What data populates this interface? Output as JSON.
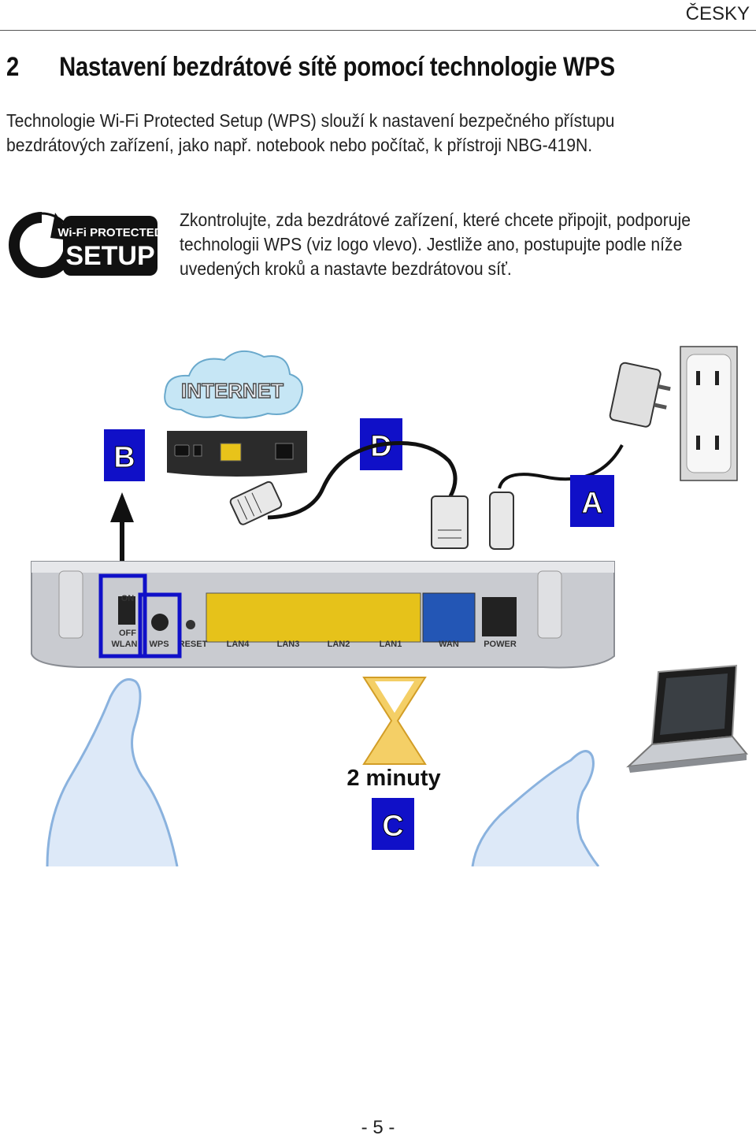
{
  "header": {
    "language": "ČESKY"
  },
  "section": {
    "number": "2",
    "title": "Nastavení bezdrátové sítě pomocí technologie WPS"
  },
  "intro": {
    "lines": [
      "Technologie Wi-Fi Protected Setup (WPS) slouží k nastavení bezpečného přístupu",
      "bezdrátových zařízení, jako např. notebook nebo počítač, k přístroji NBG-419N."
    ]
  },
  "wps_logo": {
    "line1": "Wi-Fi PROTECTED",
    "line2": "SETUP"
  },
  "check": {
    "lines": [
      "Zkontrolujte, zda bezdrátové zařízení, které chcete připojit, podporuje",
      "technologii WPS (viz logo vlevo). Jestliže ano, postupujte podle níže",
      "uvedených kroků a nastavte bezdrátovou síť."
    ]
  },
  "diagram": {
    "internet_label": "INTERNET",
    "step_labels": {
      "a": "A",
      "b": "B",
      "c": "C",
      "d": "D"
    },
    "timer_text": "2 minuty",
    "switch_on": "ON",
    "switch_off": "OFF",
    "port_labels": [
      "WLAN",
      "WPS",
      "RESET",
      "LAN4",
      "LAN3",
      "LAN2",
      "LAN1",
      "WAN",
      "POWER"
    ],
    "accent_color": "#1010c8",
    "lan_color": "#e6c21a",
    "wan_color": "#2356b5"
  },
  "footer": {
    "page": "- 5 -"
  }
}
